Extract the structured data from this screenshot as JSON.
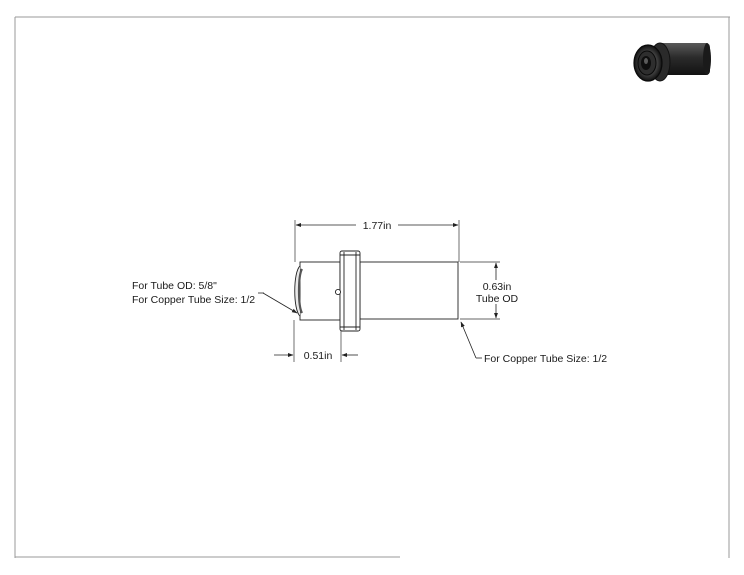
{
  "dimensions": {
    "overall_length": "1.77in",
    "outer_diameter": "0.63in",
    "outer_diameter_caption": "Tube OD",
    "press_length": "0.51in"
  },
  "callouts": {
    "left_line_1": "For Tube OD: 5/8\"",
    "left_line_2": "For Copper Tube Size: 1/2",
    "right_line_1": "For Copper Tube Size: 1/2"
  }
}
